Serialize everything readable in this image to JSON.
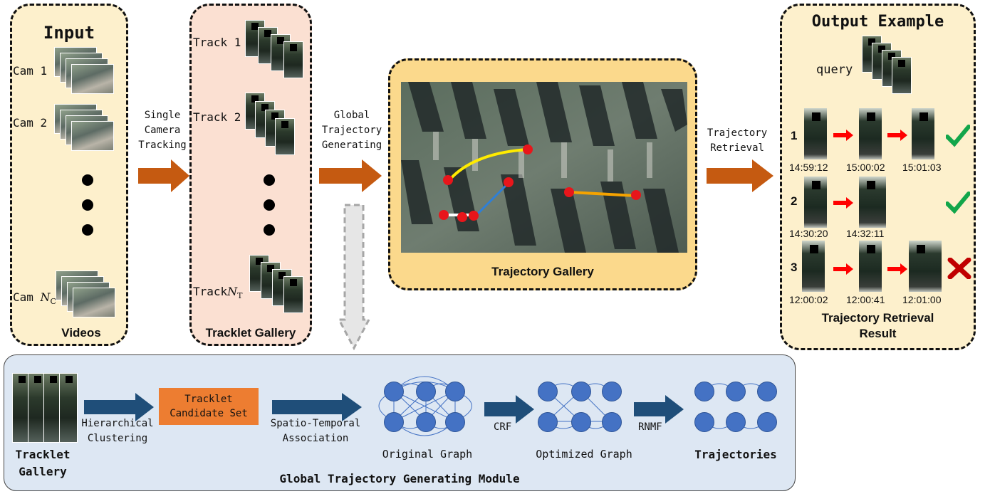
{
  "input": {
    "title": "Input",
    "cams": [
      "Cam 1",
      "Cam 2"
    ],
    "cam_last_prefix": "Cam ",
    "cam_last_var": "N",
    "cam_last_sub": "C",
    "caption": "Videos"
  },
  "arrow1": {
    "line1": "Single",
    "line2": "Camera",
    "line3": "Tracking"
  },
  "tracklet": {
    "tracks": [
      "Track 1",
      "Track 2"
    ],
    "track_last_prefix": "Track",
    "track_last_var": "N",
    "track_last_sub": "T",
    "caption": "Tracklet Gallery"
  },
  "arrow2": {
    "line1": "Global",
    "line2": "Trajectory",
    "line3": "Generating"
  },
  "trajectory_gallery": {
    "caption": "Trajectory Gallery"
  },
  "arrow3": {
    "line1": "Trajectory",
    "line2": "Retrieval"
  },
  "output": {
    "title": "Output Example",
    "query_label": "query",
    "rows": [
      {
        "index": "1",
        "times": [
          "14:59:12",
          "15:00:02",
          "15:01:03"
        ],
        "result": "correct"
      },
      {
        "index": "2",
        "times": [
          "14:30:20",
          "14:32:11"
        ],
        "result": "correct"
      },
      {
        "index": "3",
        "times": [
          "12:00:02",
          "12:00:41",
          "12:01:00"
        ],
        "result": "wrong"
      }
    ],
    "caption_line1": "Trajectory Retrieval",
    "caption_line2": "Result"
  },
  "module": {
    "title": "Global Trajectory Generating Module",
    "gallery_line1": "Tracklet",
    "gallery_line2": "Gallery",
    "step1_line1": "Hierarchical",
    "step1_line2": "Clustering",
    "candidate_line1": "Tracklet",
    "candidate_line2": "Candidate Set",
    "step2_line1": "Spatio-Temporal",
    "step2_line2": "Association",
    "original_graph": "Original Graph",
    "step3": "CRF",
    "optimized_graph": "Optimized Graph",
    "step4": "RNMF",
    "trajectories": "Trajectories"
  },
  "colors": {
    "panel_input": "#fdf0cc",
    "panel_tracklet": "#fbe0d2",
    "panel_traj": "#fbd98c",
    "panel_output": "#fdf0cc",
    "module_bg": "#dde7f3",
    "orange_arrow": "#c55a11",
    "navy_arrow": "#1f4e79",
    "candidate": "#ed7d31",
    "node": "#4472c4",
    "check": "#12a64a",
    "cross": "#c00000",
    "red_arrow": "#ff0000"
  }
}
